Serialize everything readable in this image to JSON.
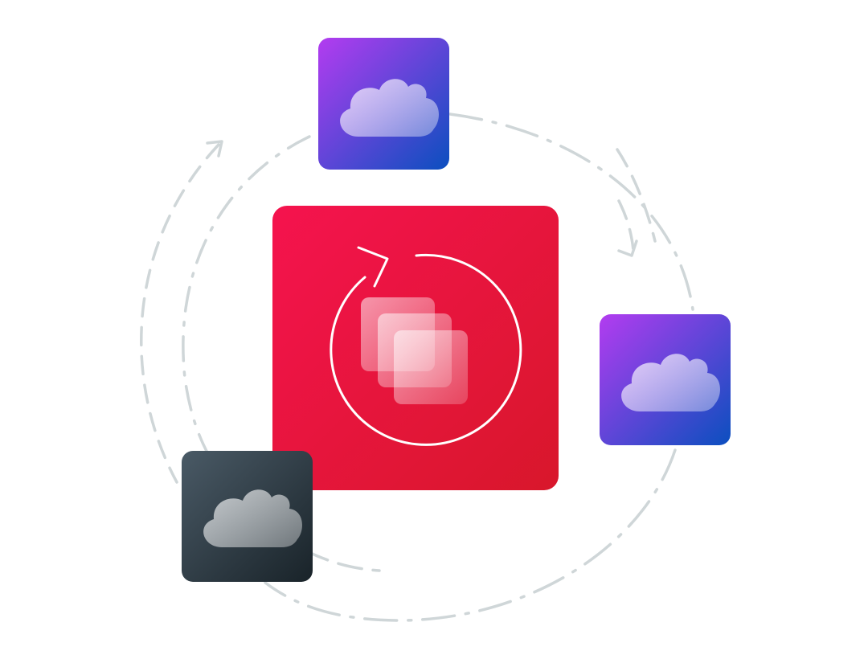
{
  "diagram": {
    "colors": {
      "background": "#ffffff",
      "dashed_orbit": "#cfd6d8",
      "center_tile_gradient": [
        "#f5134e",
        "#d8172b"
      ],
      "cloud_tile_gradient": [
        "#b33cf0",
        "#0b4fbf"
      ],
      "dark_tile_gradient": [
        "#4a5a66",
        "#192329"
      ],
      "icon_stroke": "#ffffff"
    },
    "center_tile": {
      "icon": "sync-copies-icon"
    },
    "satellite_tiles": [
      {
        "name": "cloud-tile-top",
        "icon": "cloud-icon",
        "style": "purple-blue"
      },
      {
        "name": "cloud-tile-right",
        "icon": "cloud-icon",
        "style": "purple-blue"
      },
      {
        "name": "cloud-tile-bottom-left",
        "icon": "cloud-icon",
        "style": "dark-slate"
      }
    ],
    "orbit_arrows": [
      "arrow-clockwise-top-right",
      "arrow-clockwise-top-left"
    ]
  }
}
